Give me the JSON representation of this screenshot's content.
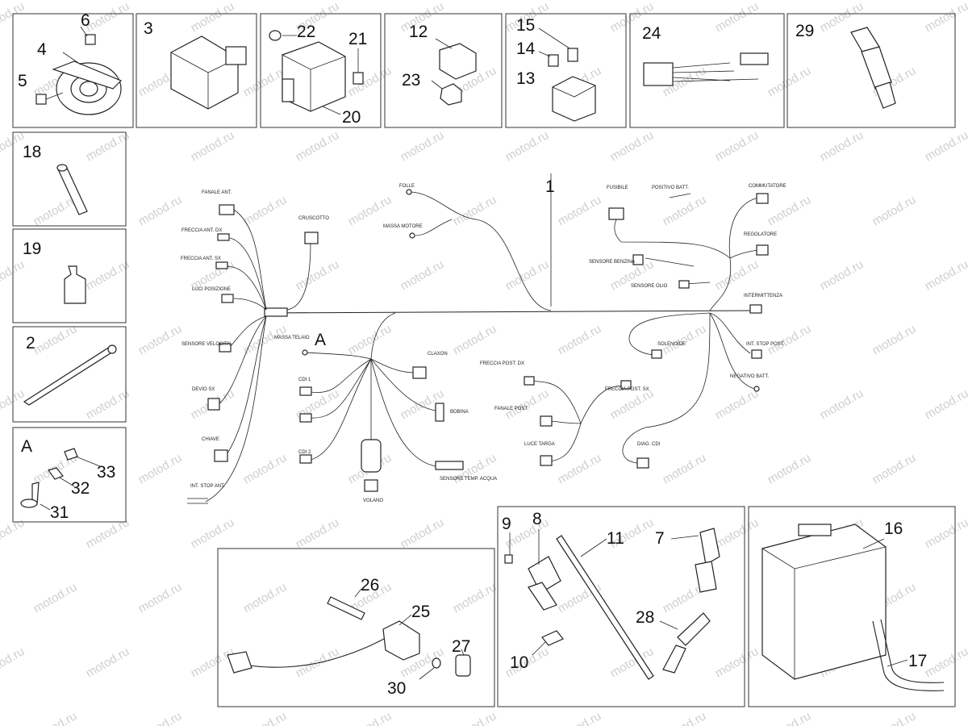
{
  "watermark": "motod.ru",
  "part_numbers": {
    "n1": "1",
    "n2": "2",
    "n3": "3",
    "n4": "4",
    "n5": "5",
    "n6": "6",
    "n7": "7",
    "n8": "8",
    "n9": "9",
    "n10": "10",
    "n11": "11",
    "n12": "12",
    "n13": "13",
    "n14": "14",
    "n15": "15",
    "n16": "16",
    "n17": "17",
    "n18": "18",
    "n19": "19",
    "n20": "20",
    "n21": "21",
    "n22": "22",
    "n23": "23",
    "n24": "24",
    "n25": "25",
    "n26": "26",
    "n27": "27",
    "n28": "28",
    "n29": "29",
    "n30": "30",
    "n31": "31",
    "n32": "32",
    "n33": "33",
    "kitA_box": "A",
    "kitA_harness": "A"
  },
  "harness_labels": {
    "fanale_ant": "FANALE ANT.",
    "freccia_ant_dx": "FRECCIA ANT. DX",
    "freccia_ant_sx": "FRECCIA ANT. SX",
    "luci_posizione": "LUCI POSIZIONE",
    "sensore_velocita": "SENSORE VELOCITA'",
    "devio_sx": "DEVIO SX",
    "chiave": "CHIAVE",
    "int_stop_ant": "INT. STOP ANT.",
    "cruscotto": "CRUSCOTTO",
    "folle": "FOLLE",
    "massa_motore": "MASSA MOTORE",
    "massa_telaio": "MASSA TELAIO",
    "cdi_1": "CDI 1",
    "cdi_2": "CDI 2",
    "volano": "VOLANO",
    "claxon": "CLAXON",
    "bobina": "BOBINA",
    "sensore_temp_acqua": "SENSORE TEMP. ACQUA",
    "fusibile": "FUSIBILE",
    "positivo_batt": "POSITIVO BATT.",
    "commutatore": "COMMUTATORE",
    "regolatore": "REGOLATORE",
    "sensore_benzina": "SENSORE BENZINA",
    "sensore_olio": "SENSORE OLIO",
    "intermittenza": "INTERMITTENZA",
    "solenoide": "SOLENOIDE",
    "int_stop_post": "INT. STOP POST.",
    "negativo_batt": "NEGATIVO BATT.",
    "freccia_post_dx": "FRECCIA POST. DX",
    "freccia_post_sx": "FRECCIA POST. SX",
    "fanale_post": "FANALE POST.",
    "luce_targa": "LUCE TARGA",
    "diag_cdi": "DIAG. CDI"
  }
}
